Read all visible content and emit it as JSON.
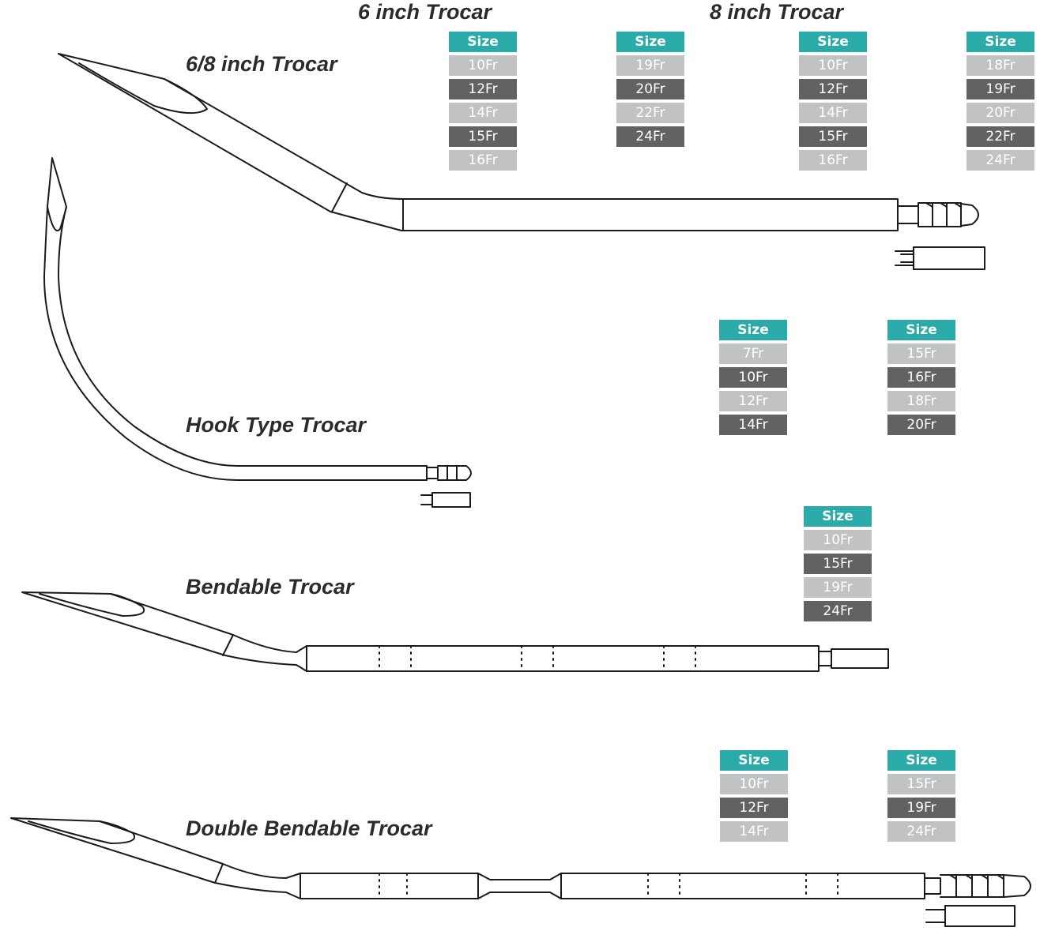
{
  "titles": {
    "six_inch": "6 inch Trocar",
    "eight_inch": "8 inch Trocar",
    "six_eight": "6/8 inch Trocar",
    "hook": "Hook Type Trocar",
    "bendable": "Bendable Trocar",
    "double_bendable": "Double Bendable Trocar"
  },
  "colors": {
    "header": "#2aaaa9",
    "row_light": "#c1c2c3",
    "row_dark": "#616264",
    "outline": "#1a1a1a"
  },
  "tables": {
    "t1": {
      "header": "Size",
      "rows": [
        "10Fr",
        "12Fr",
        "14Fr",
        "15Fr",
        "16Fr"
      ]
    },
    "t2": {
      "header": "Size",
      "rows": [
        "19Fr",
        "20Fr",
        "22Fr",
        "24Fr"
      ]
    },
    "t3": {
      "header": "Size",
      "rows": [
        "10Fr",
        "12Fr",
        "14Fr",
        "15Fr",
        "16Fr"
      ]
    },
    "t4": {
      "header": "Size",
      "rows": [
        "18Fr",
        "19Fr",
        "20Fr",
        "22Fr",
        "24Fr"
      ]
    },
    "t5": {
      "header": "Size",
      "rows": [
        "7Fr",
        "10Fr",
        "12Fr",
        "14Fr"
      ]
    },
    "t6": {
      "header": "Size",
      "rows": [
        "15Fr",
        "16Fr",
        "18Fr",
        "20Fr"
      ]
    },
    "t7": {
      "header": "Size",
      "rows": [
        "10Fr",
        "15Fr",
        "19Fr",
        "24Fr"
      ]
    },
    "t8": {
      "header": "Size",
      "rows": [
        "10Fr",
        "12Fr",
        "14Fr"
      ]
    },
    "t9": {
      "header": "Size",
      "rows": [
        "15Fr",
        "19Fr",
        "24Fr"
      ]
    }
  }
}
